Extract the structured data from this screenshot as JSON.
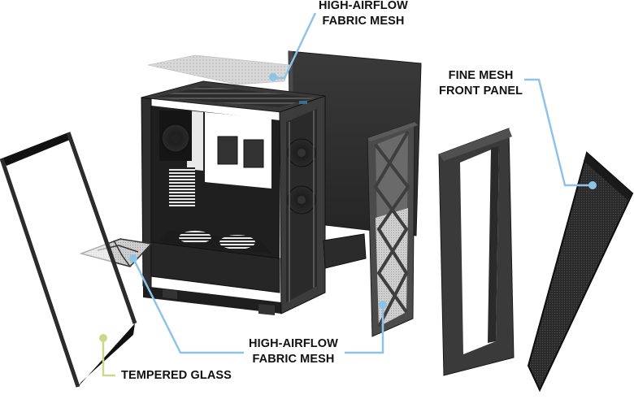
{
  "diagram": {
    "type": "exploded-product-view",
    "subject": "PC tower case",
    "background": "#ffffff",
    "callout_color": "#8ec3e8",
    "callout_color_glass": "#c9d98a"
  },
  "components": [
    {
      "id": "tempered-glass",
      "name": "Tempered glass side panel"
    },
    {
      "id": "top-mesh",
      "name": "Top fabric mesh filter"
    },
    {
      "id": "bottom-mesh",
      "name": "Bottom fabric mesh filter"
    },
    {
      "id": "chassis",
      "name": "Main chassis with fans"
    },
    {
      "id": "rear-side-panel",
      "name": "Solid side panel"
    },
    {
      "id": "front-frame-mesh",
      "name": "Front frame with mesh"
    },
    {
      "id": "front-bezel",
      "name": "Front bezel frame"
    },
    {
      "id": "front-panel",
      "name": "Fine mesh front panel"
    }
  ],
  "callouts": {
    "top_mesh": {
      "line1": "HIGH-AIRFLOW",
      "line2": "FABRIC MESH"
    },
    "front_panel": {
      "line1": "FINE MESH",
      "line2": "FRONT PANEL"
    },
    "bottom_mesh": {
      "line1": "HIGH-AIRFLOW",
      "line2": "FABRIC MESH"
    },
    "glass": {
      "line1": "TEMPERED GLASS"
    }
  }
}
